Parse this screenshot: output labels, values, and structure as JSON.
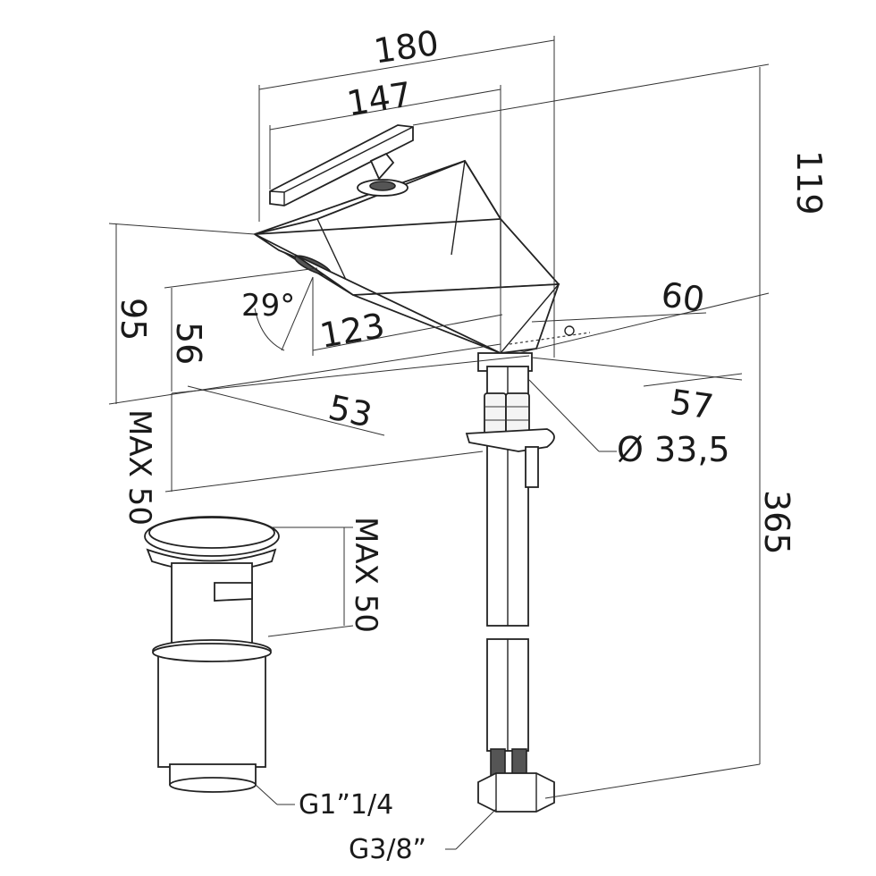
{
  "dimensions": {
    "d180": "180",
    "d147": "147",
    "d119": "119",
    "d95": "95",
    "d56": "56",
    "d29": "29°",
    "d123": "123",
    "d60": "60",
    "d57": "57",
    "d53": "53",
    "d33": "Ø 33,5",
    "d365": "365",
    "max50_left": "MAX 50",
    "max50_right": "MAX 50"
  },
  "labels": {
    "g114": "G1”1/4",
    "g38": "G3/8”"
  }
}
